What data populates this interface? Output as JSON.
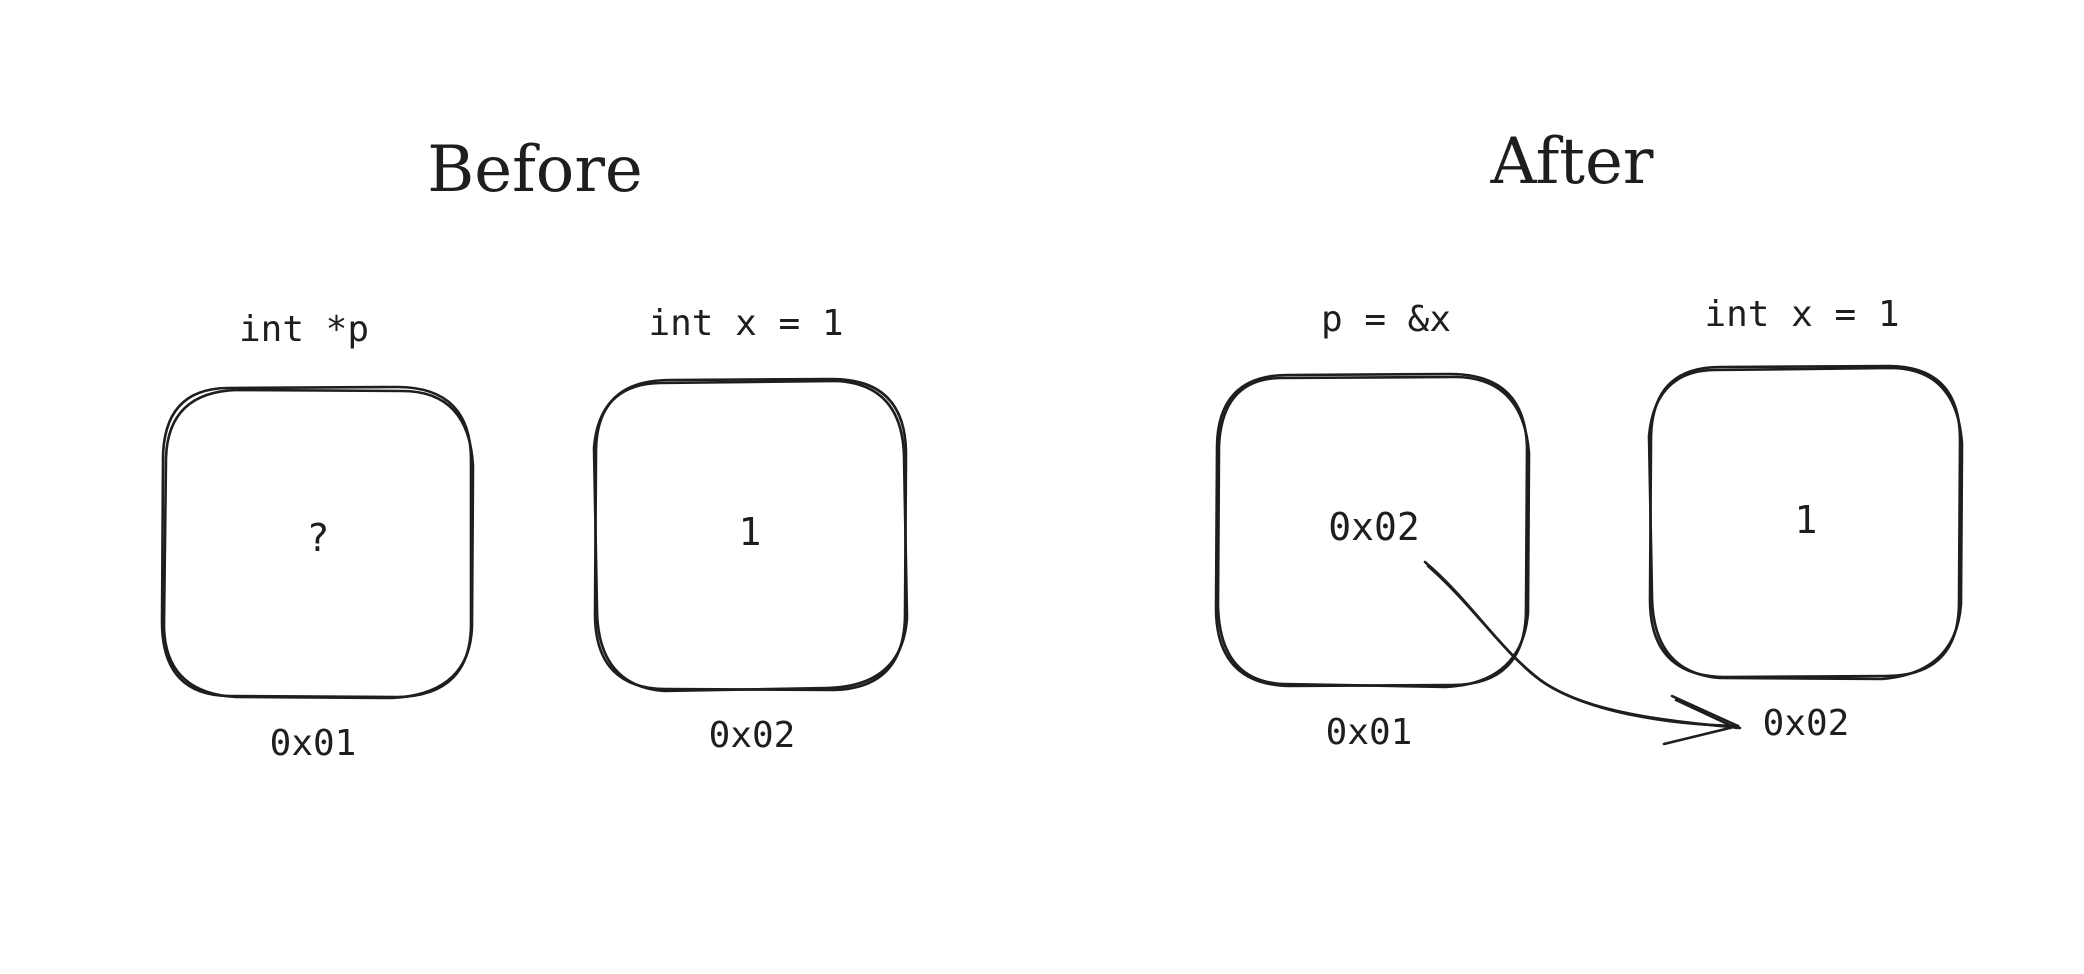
{
  "before": {
    "title": "Before",
    "pointer": {
      "declaration": "int *p",
      "value": "?",
      "address": "0x01"
    },
    "variable": {
      "declaration": "int x = 1",
      "value": "1",
      "address": "0x02"
    }
  },
  "after": {
    "title": "After",
    "pointer": {
      "declaration": "p = &x",
      "value": "0x02",
      "address": "0x01"
    },
    "variable": {
      "declaration": "int x = 1",
      "value": "1",
      "address": "0x02"
    }
  },
  "colors": {
    "stroke": "#1e1e1e",
    "background": "#ffffff"
  }
}
